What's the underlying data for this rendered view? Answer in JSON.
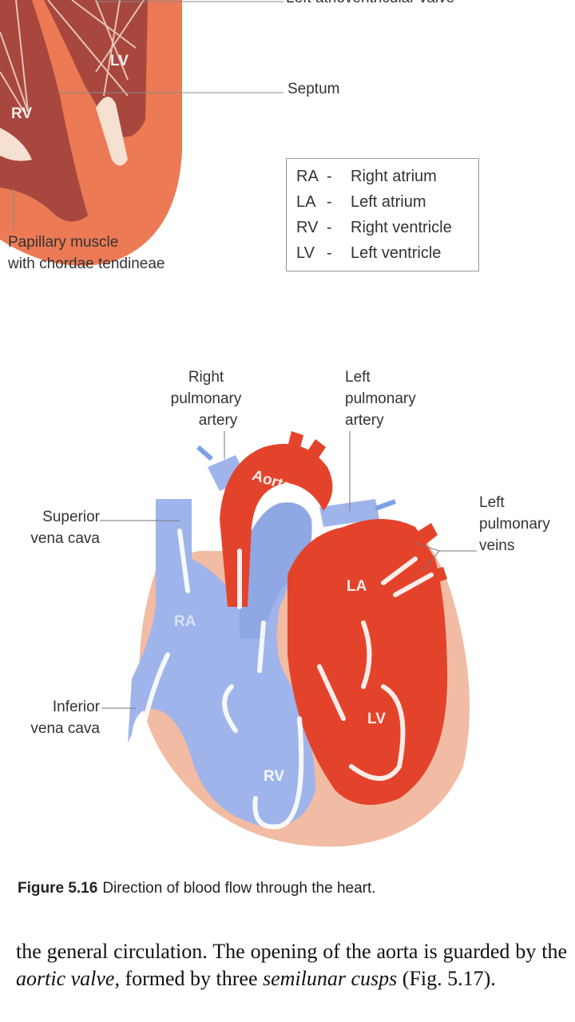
{
  "figure_top": {
    "labels": {
      "left_av_valve": "Left atrioventricular valve",
      "septum": "Septum",
      "papillary_line1": "Papillary muscle",
      "papillary_line2": "with chordae tendineae",
      "lv": "LV",
      "rv": "RV"
    },
    "legend": [
      {
        "abbr": "RA",
        "dash": "-",
        "text": "Right atrium"
      },
      {
        "abbr": "LA",
        "dash": "-",
        "text": "Left atrium"
      },
      {
        "abbr": "RV",
        "dash": "-",
        "text": "Right ventricle"
      },
      {
        "abbr": "LV",
        "dash": "-",
        "text": "Left ventricle"
      }
    ]
  },
  "figure_bottom": {
    "labels": {
      "right_pulmonary_artery": [
        "Right",
        "pulmonary",
        "artery"
      ],
      "left_pulmonary_artery": [
        "Left",
        "pulmonary",
        "artery"
      ],
      "superior_vena_cava": [
        "Superior",
        "vena cava"
      ],
      "left_pulmonary_veins": [
        "Left",
        "pulmonary",
        "veins"
      ],
      "inferior_vena_cava": [
        "Inferior",
        "vena cava"
      ],
      "aorta": "Aorta",
      "ra": "RA",
      "la": "LA",
      "lv": "LV",
      "rv": "RV"
    },
    "caption_number": "Figure 5.16",
    "caption_text": "Direction of blood flow through the heart."
  },
  "body_text": {
    "part1": "the general circulation. The opening of the aorta is guarded by the ",
    "em1": "aortic valve,",
    "part2": " formed by three ",
    "em2": "semilunar cusps",
    "part3": " (Fig. 5.17)."
  },
  "colors": {
    "oxygenated": "#e4432b",
    "deoxygenated": "#9fb4ea",
    "wall": "#eb7a55",
    "tissue": "#f2bba3"
  }
}
